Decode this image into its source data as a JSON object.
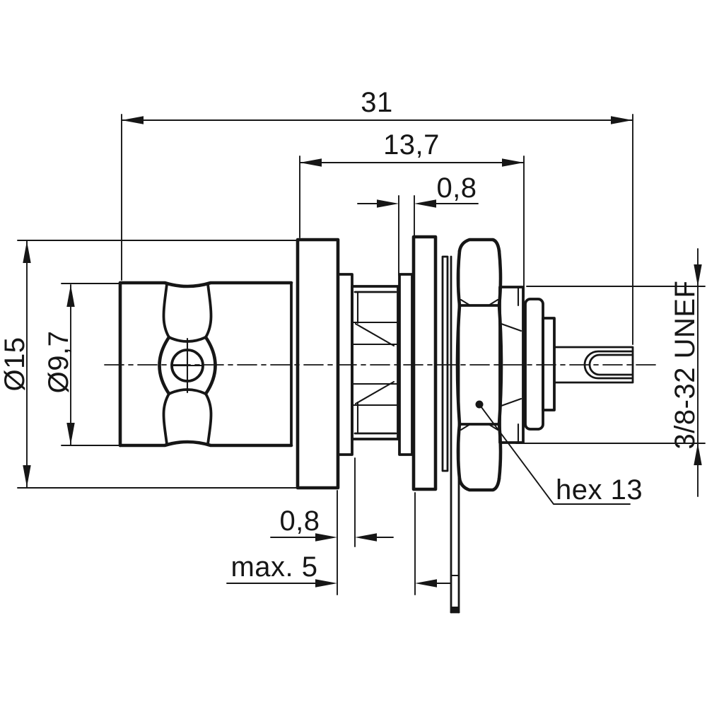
{
  "labels": {
    "overall": "31",
    "flange_to_rear": "13,7",
    "washer": "0,8",
    "gasket": "0,8",
    "panel_max": "max. 5",
    "flange_dia": "Ø15",
    "body_dia": "Ø9,7",
    "thread": "3/8-32 UNEF",
    "hex": "hex 13"
  },
  "colors": {
    "ink": "#161616",
    "background": "#ffffff"
  }
}
